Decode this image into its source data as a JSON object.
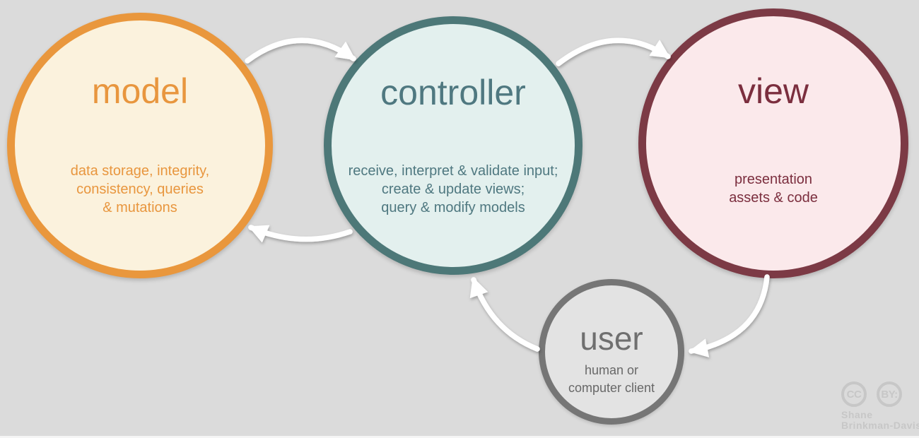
{
  "background_color": "#dbdbdb",
  "arrow_color": "#ffffff",
  "nodes": {
    "model": {
      "title": "model",
      "lines": [
        "data storage, integrity,",
        "consistency, queries",
        "& mutations"
      ],
      "border_color": "#e9973d",
      "fill_color": "#fbf2dd",
      "text_color": "#e8963e"
    },
    "controller": {
      "title": "controller",
      "lines": [
        "receive, interpret & validate input;",
        "create & update views;",
        "query & modify models"
      ],
      "border_color": "#4d7878",
      "fill_color": "#e3f0ee",
      "text_color": "#4f7880"
    },
    "view": {
      "title": "view",
      "lines": [
        "presentation",
        "assets & code"
      ],
      "border_color": "#7c3a45",
      "fill_color": "#fbe9eb",
      "text_color": "#7b2e3e"
    },
    "user": {
      "title": "user",
      "lines": [
        "human or",
        "computer client"
      ],
      "border_color": "#767676",
      "fill_color": "#e3e3e3",
      "text_color": "#6f6f6f"
    }
  },
  "flows": [
    {
      "from": "model",
      "to": "controller"
    },
    {
      "from": "controller",
      "to": "view"
    },
    {
      "from": "controller",
      "to": "model"
    },
    {
      "from": "view",
      "to": "user"
    },
    {
      "from": "user",
      "to": "controller"
    }
  ],
  "attribution": {
    "badge_cc": "CC",
    "badge_by": "BY:",
    "author_line1": "Shane",
    "author_line2": "Brinkman-Davis",
    "color": "#c7c7c7"
  }
}
